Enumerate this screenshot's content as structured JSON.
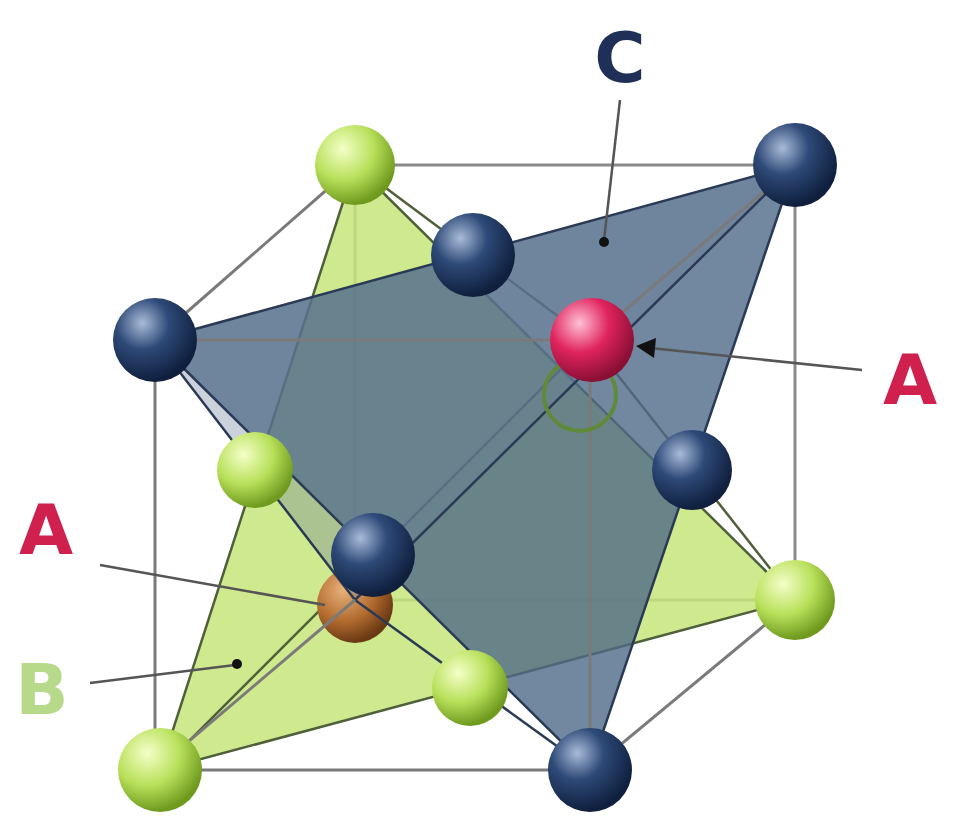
{
  "diagram": {
    "labels": [
      "C",
      "A",
      "A",
      "B"
    ]
  }
}
